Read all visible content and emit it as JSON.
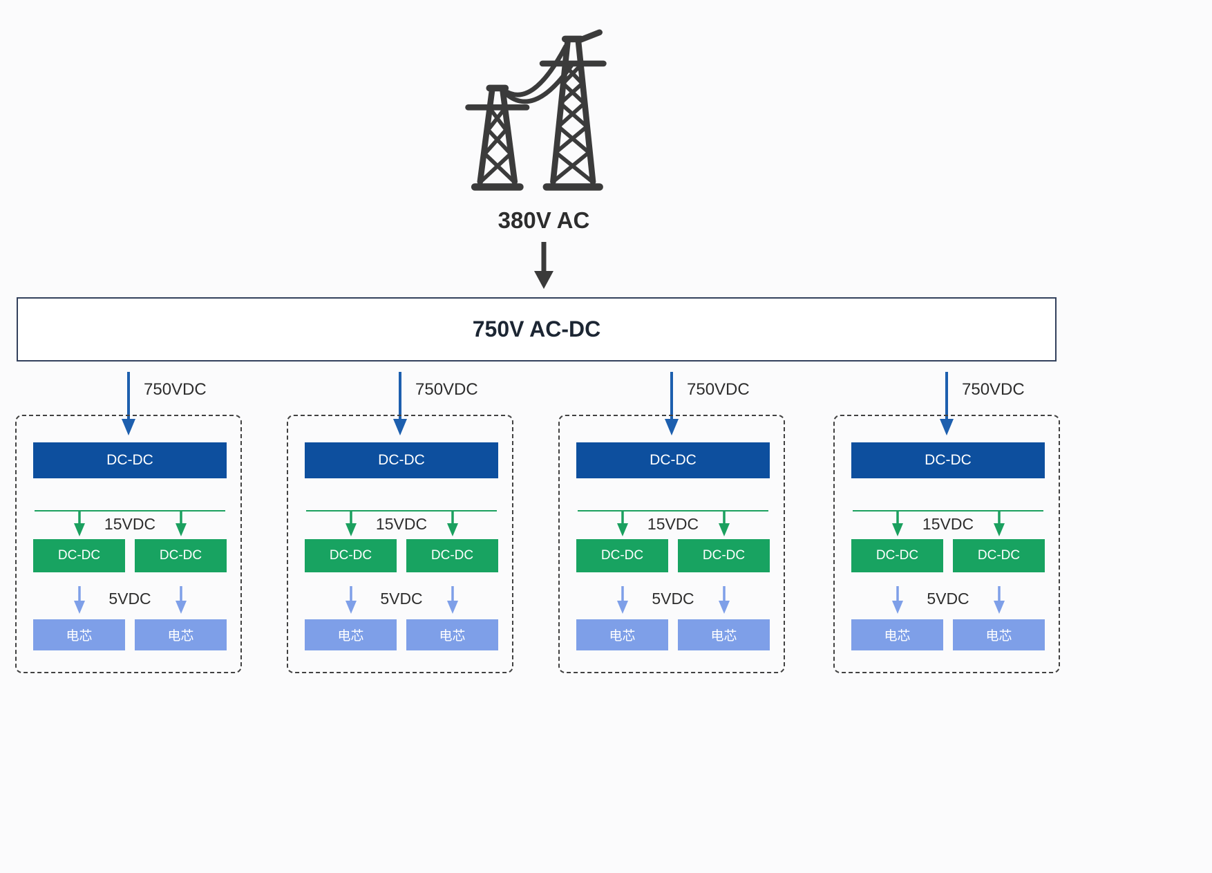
{
  "colors": {
    "stage1_blue": "#0d4f9e",
    "stage2_green": "#18a361",
    "cell_blue": "#7e9fe8",
    "branch_arrow_blue": "#1d5fae",
    "main_arrow_dark": "#3a3a3a",
    "bus_line_green": "#1ba05f"
  },
  "icons": {
    "source": "transmission-tower-icon",
    "flow": "down-arrow-icon"
  },
  "source": {
    "label": "380V AC"
  },
  "converter": {
    "label": "750V AC-DC"
  },
  "branches": [
    {
      "input_label": "750VDC",
      "stage1_label": "DC-DC",
      "mid_voltage_label": "15VDC",
      "stage2_labels": [
        "DC-DC",
        "DC-DC"
      ],
      "low_voltage_label": "5VDC",
      "cell_labels": [
        "电芯",
        "电芯"
      ]
    },
    {
      "input_label": "750VDC",
      "stage1_label": "DC-DC",
      "mid_voltage_label": "15VDC",
      "stage2_labels": [
        "DC-DC",
        "DC-DC"
      ],
      "low_voltage_label": "5VDC",
      "cell_labels": [
        "电芯",
        "电芯"
      ]
    },
    {
      "input_label": "750VDC",
      "stage1_label": "DC-DC",
      "mid_voltage_label": "15VDC",
      "stage2_labels": [
        "DC-DC",
        "DC-DC"
      ],
      "low_voltage_label": "5VDC",
      "cell_labels": [
        "电芯",
        "电芯"
      ]
    },
    {
      "input_label": "750VDC",
      "stage1_label": "DC-DC",
      "mid_voltage_label": "15VDC",
      "stage2_labels": [
        "DC-DC",
        "DC-DC"
      ],
      "low_voltage_label": "5VDC",
      "cell_labels": [
        "电芯",
        "电芯"
      ]
    }
  ]
}
